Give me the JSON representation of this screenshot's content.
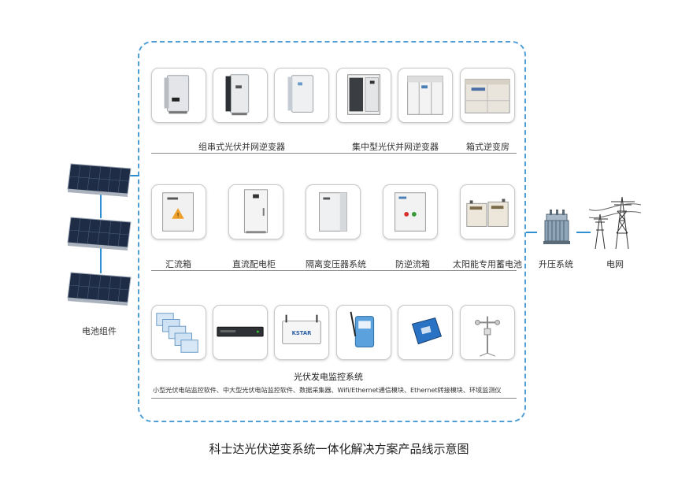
{
  "title": "科士达光伏逆变系统一体化解决方案产品线示意图",
  "row1": {
    "labels": [
      "组串式光伏并网逆变器",
      "集中型光伏并网逆变器",
      "箱式逆变房"
    ]
  },
  "row2": {
    "labels": [
      "汇流箱",
      "直流配电柜",
      "隔离变压器系统",
      "防逆流箱",
      "太阳能专用蓄电池"
    ]
  },
  "row3": {
    "caption": "光伏发电监控系统",
    "items": "小型光伏电站监控软件、中大型光伏电站监控软件、数据采集器、Wifi/Ethernet通信模块、Ethernet转接模块、环境监测仪",
    "brand": "KSTAR"
  },
  "left": {
    "label": "电池组件"
  },
  "right": {
    "transformer_label": "升压系统",
    "grid_label": "电网"
  },
  "colors": {
    "accent": "#2f8fd0",
    "frame": "#4f9fd6"
  }
}
